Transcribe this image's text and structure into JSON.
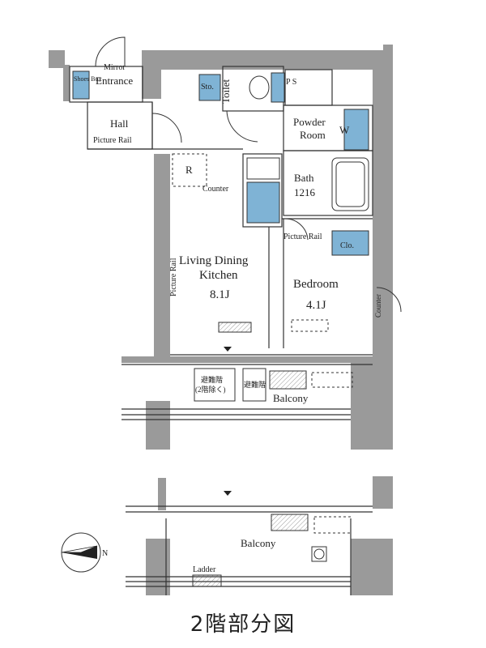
{
  "rooms": {
    "shoes_box": "Shoes Box",
    "mirror": "Mirror",
    "entrance": "Entrance",
    "storage": "Sto.",
    "toilet": "Toilet",
    "ps": "P S",
    "hall": "Hall",
    "hall_picture_rail": "Picture Rail",
    "powder_room_1": "Powder",
    "powder_room_2": "Room",
    "washer": "W",
    "refrigerator": "R",
    "bath": "Bath",
    "bath_size": "1216",
    "counter": "Counter",
    "bedroom_picture_rail": "Picture Rail",
    "closet": "Clo.",
    "ldk_picture_rail": "Picture Rail",
    "ldk_1": "Living Dining",
    "ldk_2": "Kitchen",
    "ldk_size": "8.1J",
    "bedroom": "Bedroom",
    "bedroom_size": "4.1J",
    "bedroom_counter": "Counter",
    "evac_1_top": "避難階",
    "evac_1_bottom": "(2階除く)",
    "evac_2": "避難階",
    "balcony_upper": "Balcony",
    "balcony_lower": "Balcony",
    "ladder": "Ladder"
  },
  "compass": {
    "north": "N"
  },
  "caption": "2階部分図",
  "colors": {
    "wall": "#9a9a9a",
    "fixture": "#7fb3d5",
    "line": "#333333"
  }
}
